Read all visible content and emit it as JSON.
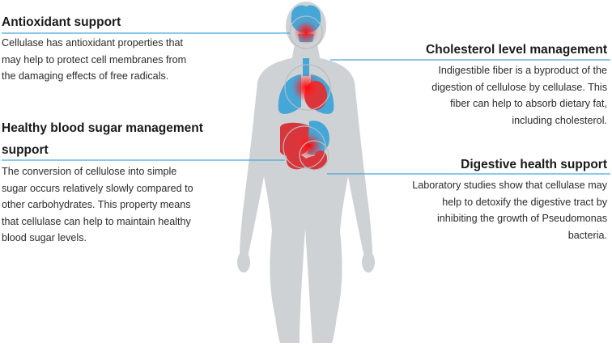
{
  "colors": {
    "body_silhouette": "#cfd2d4",
    "organ_blue": "#45a6d8",
    "organ_red": "#d9363c",
    "highlight_red": "#ff0000",
    "connector_line": "#4aa8d8"
  },
  "sections": {
    "antioxidant": {
      "heading": "Antioxidant support",
      "lines": [
        "Cellulase has antioxidant properties that",
        "may help to protect cell membranes from",
        "the damaging effects of free radicals."
      ]
    },
    "cholesterol": {
      "heading": "Cholesterol level management",
      "lines": [
        "Indigestible fiber is a byproduct of the",
        "digestion of cellulose by cellulase. This",
        "fiber can help to absorb dietary fat,",
        "including cholesterol."
      ]
    },
    "blood_sugar": {
      "heading_lines": [
        "Healthy blood sugar management",
        "support"
      ],
      "lines": [
        "The conversion of cellulose into simple",
        "sugar occurs relatively slowly compared to",
        "other carbohydrates. This property means",
        "that cellulase can help to maintain healthy",
        "blood sugar levels."
      ]
    },
    "digestive": {
      "heading": "Digestive health support",
      "lines": [
        "Laboratory studies show that cellulase may",
        "help to detoxify the digestive tract by",
        "inhibiting the growth of Pseudomonas",
        "bacteria."
      ]
    }
  }
}
